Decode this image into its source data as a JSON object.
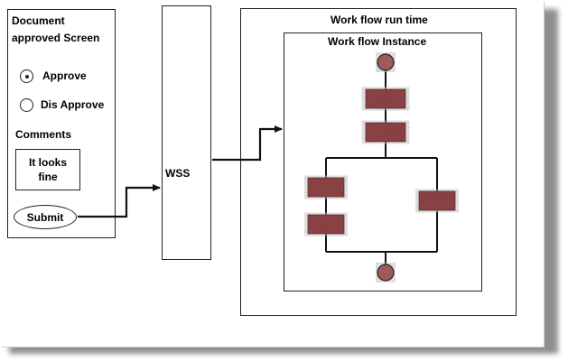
{
  "document_panel": {
    "title_line1": "Document",
    "title_line2": "approved Screen",
    "approve_label": "Approve",
    "disapprove_label": "Dis Approve",
    "comments_label": "Comments",
    "comment_value": "It looks\nfine",
    "submit_label": "Submit",
    "selected_option": "Approve"
  },
  "wss": {
    "label": "WSS"
  },
  "runtime": {
    "title": "Work flow run time",
    "instance_title": "Work flow Instance"
  },
  "colors": {
    "activity_fill": "#9c4b4e",
    "node_fill": "#b5676a",
    "line": "#111111"
  }
}
